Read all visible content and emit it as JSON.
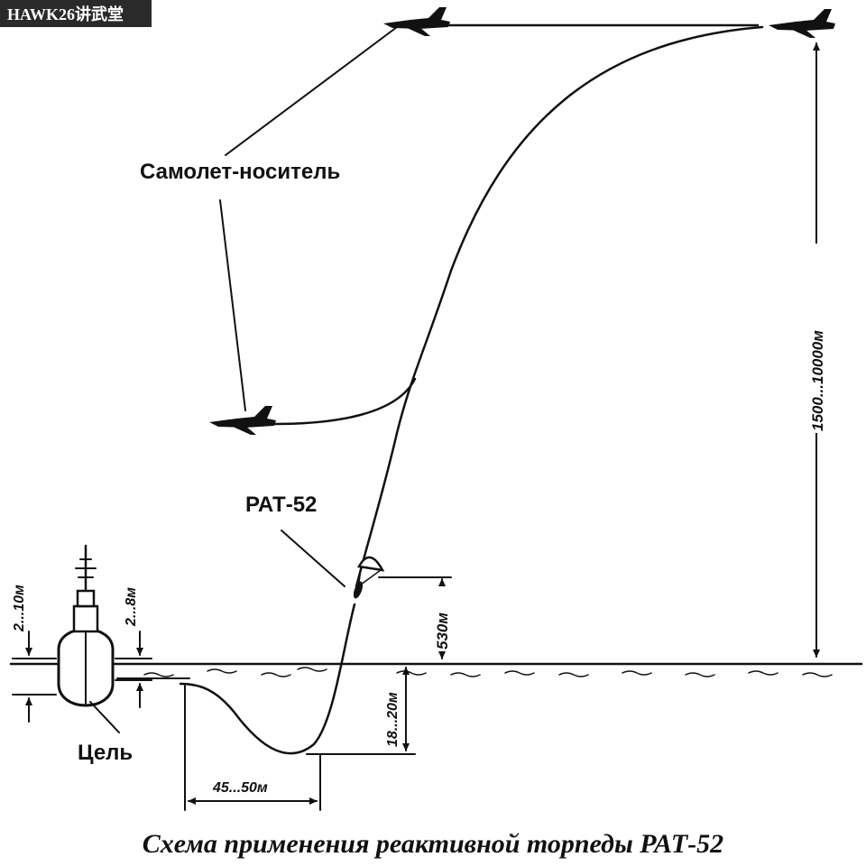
{
  "watermark": "HAWK26讲武堂",
  "labels": {
    "carrier_aircraft": "Самолет-носитель",
    "missile": "РАТ-52",
    "target": "Цель"
  },
  "dimensions": {
    "release_altitude": "1500...10000м",
    "parachute_height": "530м",
    "dive_depth": "18...20м",
    "underwater_run": "45...50м",
    "ship_height": "2...10м",
    "ship_draft": "2...8м"
  },
  "caption": "Схема применения реактивной торпеды РАТ-52",
  "colors": {
    "ink": "#111111",
    "paper": "#ffffff"
  }
}
